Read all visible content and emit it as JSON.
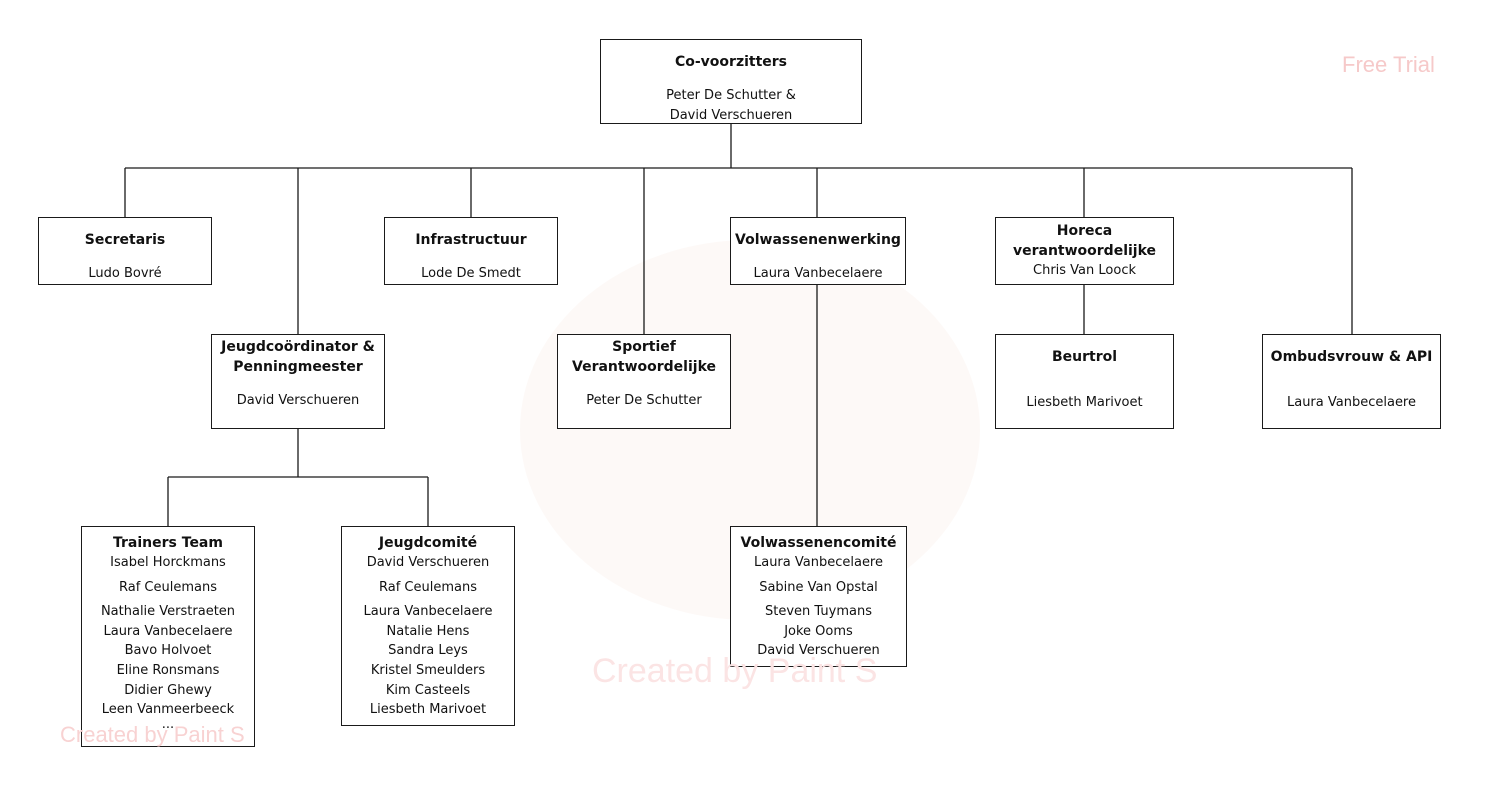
{
  "org": {
    "root": {
      "title": "Co-voorzitters",
      "people": [
        "Peter De Schutter &",
        "David Verschueren"
      ]
    },
    "secretaris": {
      "title": "Secretaris",
      "person": "Ludo Bovré"
    },
    "infrastructuur": {
      "title": "Infrastructuur",
      "person": "Lode De Smedt"
    },
    "volwassenenwerking": {
      "title": "Volwassenenwerking",
      "person": "Laura Vanbecelaere"
    },
    "horeca": {
      "title_line1": "Horeca",
      "title_line2": "verantwoordelijke",
      "person": "Chris Van Loock"
    },
    "jeugdcoordinator": {
      "title_line1": "Jeugdcoördinator &",
      "title_line2": "Penningmeester",
      "person": "David Verschueren"
    },
    "sportief": {
      "title_line1": "Sportief",
      "title_line2": "Verantwoordelijke",
      "person": "Peter De Schutter"
    },
    "beurtrol": {
      "title": "Beurtrol",
      "person": "Liesbeth Marivoet"
    },
    "ombudsvrouw": {
      "title": "Ombudsvrouw & API",
      "person": "Laura Vanbecelaere"
    },
    "trainers": {
      "title": "Trainers Team",
      "people": [
        "Isabel Horckmans",
        "Raf Ceulemans",
        "Nathalie Verstraeten",
        "Laura Vanbecelaere",
        "Bavo Holvoet",
        "Eline Ronsmans",
        "Didier Ghewy",
        "Leen Vanmeerbeeck",
        "..."
      ]
    },
    "jeugdcomite": {
      "title": "Jeugdcomité",
      "people": [
        "David Verschueren",
        "Raf Ceulemans",
        "Laura Vanbecelaere",
        "Natalie Hens",
        "Sandra Leys",
        "Kristel Smeulders",
        "Kim Casteels",
        "Liesbeth Marivoet"
      ]
    },
    "volwassenencomite": {
      "title": "Volwassenencomité",
      "people": [
        "Laura Vanbecelaere",
        "Sabine Van Opstal",
        "Steven Tuymans",
        "Joke Ooms",
        "David Verschueren"
      ]
    }
  },
  "watermarks": {
    "trial": "Free Trial",
    "created": "Created by Paint S"
  },
  "colors": {
    "line": "#1a1a1a",
    "watermark": "#f6c9c9"
  }
}
